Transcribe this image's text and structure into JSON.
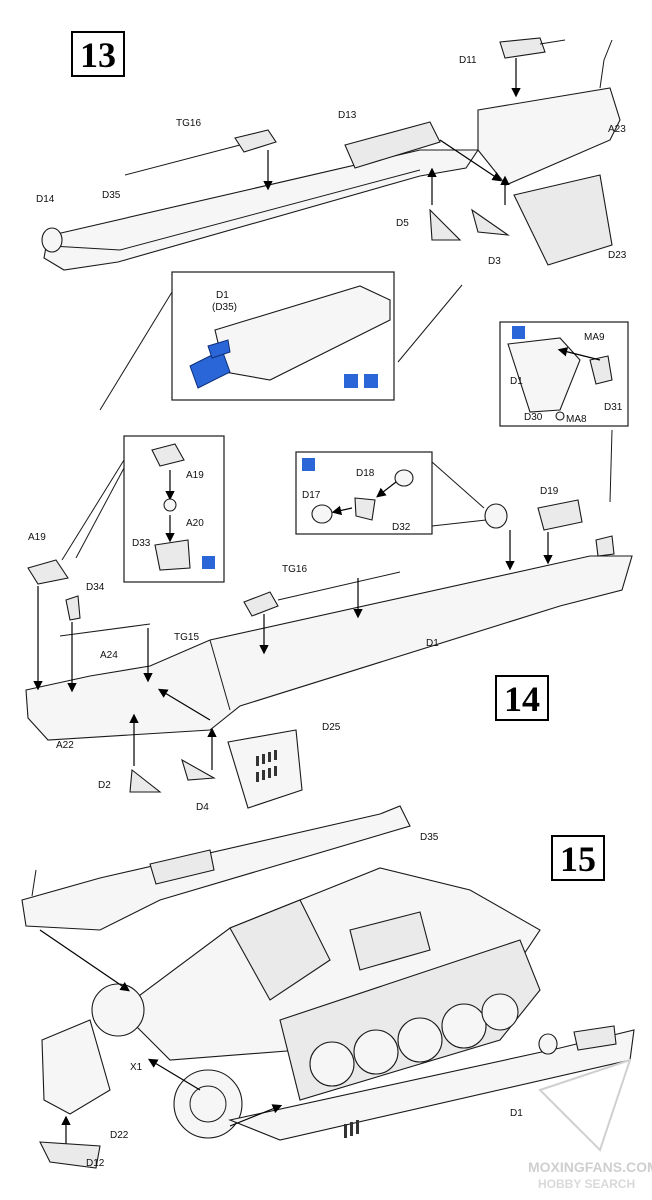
{
  "steps": {
    "step13": {
      "number": "13"
    },
    "step14": {
      "number": "14"
    },
    "step15": {
      "number": "15"
    }
  },
  "labels": {
    "d11": "D11",
    "a23": "A23",
    "tg16_13": "TG16",
    "d13": "D13",
    "d14": "D14",
    "d35_13": "D35",
    "d5": "D5",
    "d3": "D3",
    "d23": "D23",
    "d1_detail": "D1",
    "d35_paren": "(D35)",
    "ma9": "MA9",
    "d1_right": "D1",
    "d31": "D31",
    "d30": "D30",
    "ma8": "MA8",
    "a19_box": "A19",
    "a20": "A20",
    "d33": "D33",
    "d18": "D18",
    "d17": "D17",
    "d32": "D32",
    "d19": "D19",
    "a19": "A19",
    "d34": "D34",
    "tg16_14": "TG16",
    "tg15": "TG15",
    "a24": "A24",
    "a22": "A22",
    "d1_14": "D1",
    "d25": "D25",
    "d2": "D2",
    "d4": "D4",
    "d35_15": "D35",
    "x1": "X1",
    "d22": "D22",
    "d12": "D12",
    "d1_15": "D1"
  },
  "icons": {
    "glue": "glue-icon",
    "paint": "paint-brush-icon"
  },
  "colors": {
    "highlight": "#2a66d8"
  },
  "watermark": {
    "line1": "MOXINGFANS.COM",
    "line2": "HOBBY SEARCH"
  }
}
